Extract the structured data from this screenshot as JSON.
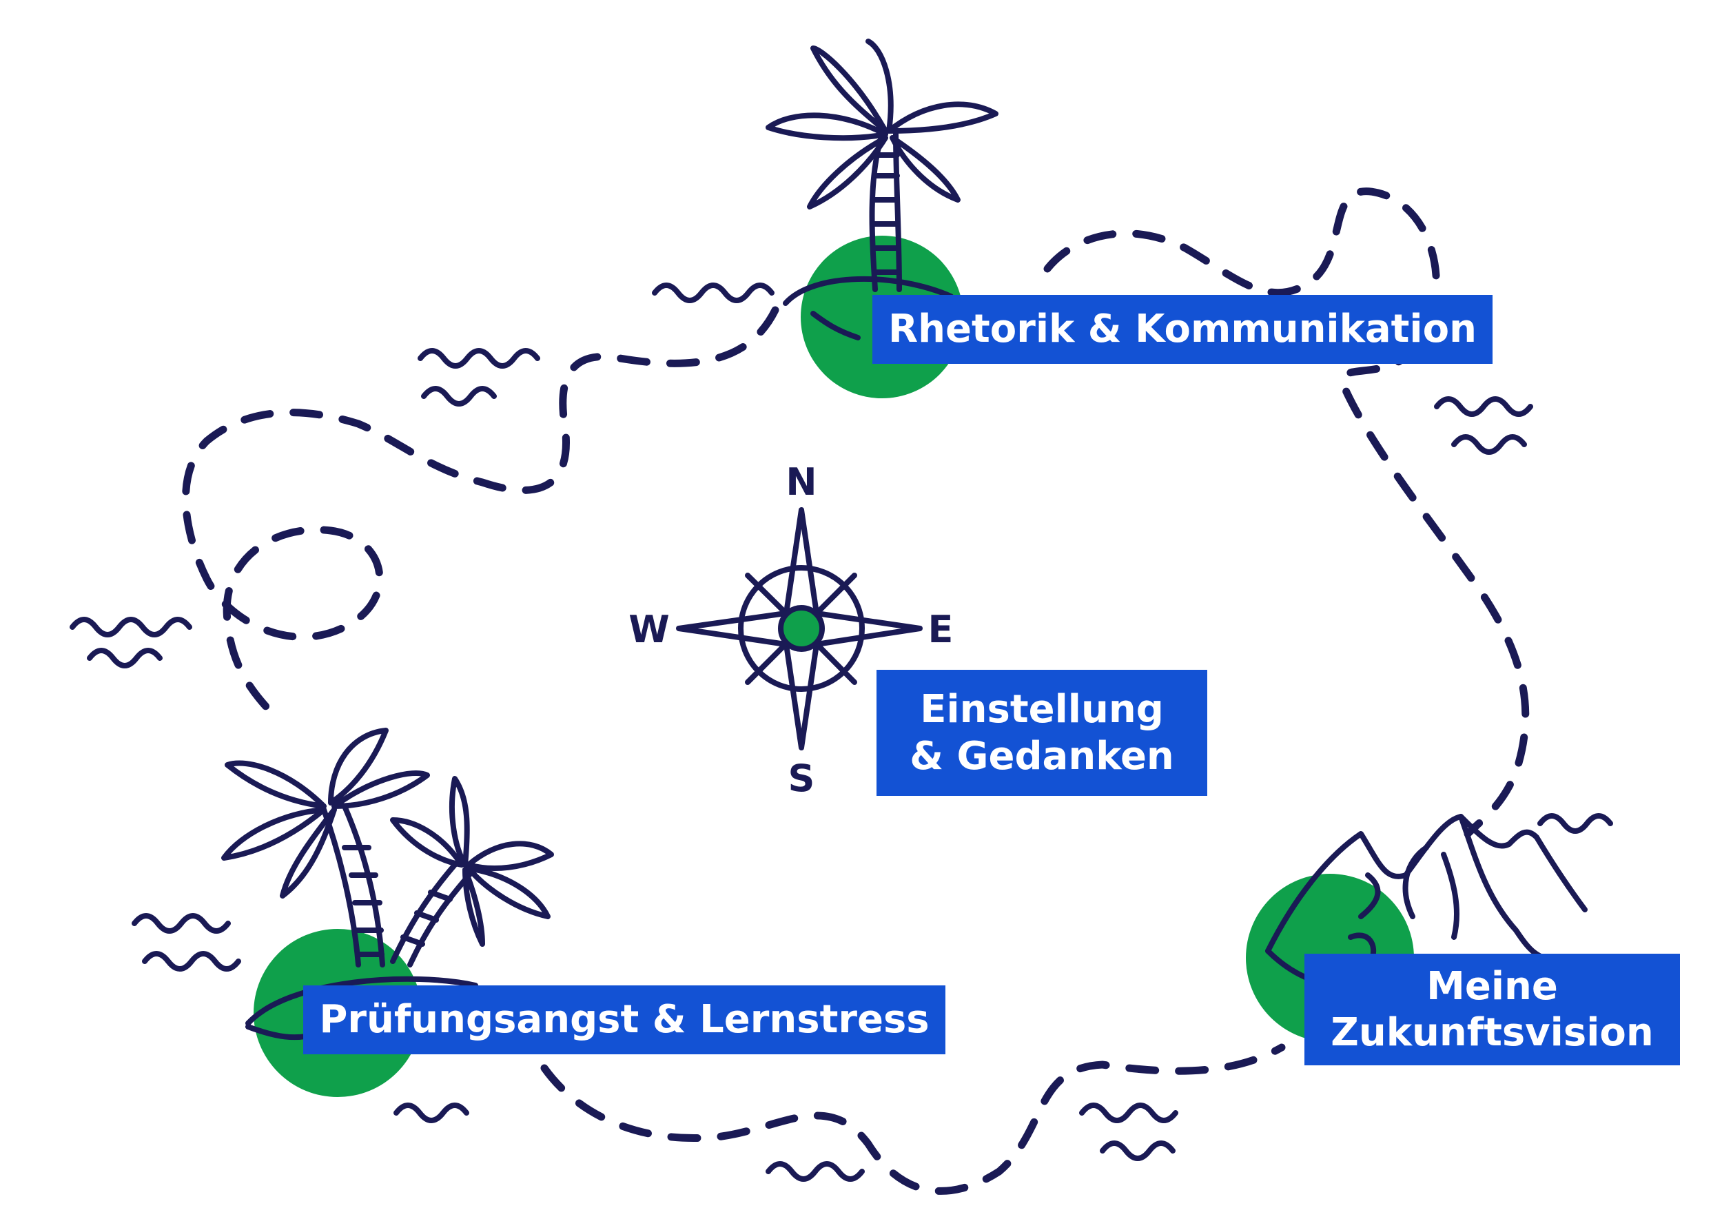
{
  "colors": {
    "ink": "#1a1a55",
    "island_green": "#0fa04b",
    "label_blue": "#1352d4",
    "label_text": "#ffffff"
  },
  "compass": {
    "north": "N",
    "east": "E",
    "south": "S",
    "west": "W"
  },
  "stations": {
    "rhetorik": {
      "label": "Rhetorik & Kommunikation",
      "icon": "palm-tree-icon"
    },
    "einstellung": {
      "label": "Einstellung\n& Gedanken",
      "icon": "compass-rose-icon"
    },
    "pruefung": {
      "label": "Prüfungsangst & Lernstress",
      "icon": "two-palm-trees-icon"
    },
    "zukunft": {
      "label": "Meine\nZukunftsvision",
      "icon": "mountains-icon"
    }
  }
}
